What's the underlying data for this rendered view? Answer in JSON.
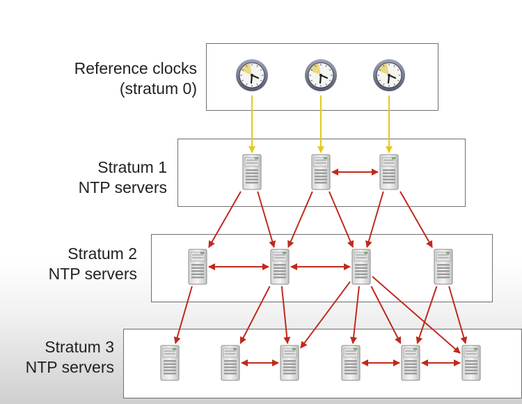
{
  "levels": [
    {
      "label_line1": "Reference clocks",
      "label_line2": "(stratum 0)"
    },
    {
      "label_line1": "Stratum 1",
      "label_line2": "NTP servers"
    },
    {
      "label_line1": "Stratum 2",
      "label_line2": "NTP servers"
    },
    {
      "label_line1": "Stratum 3",
      "label_line2": "NTP servers"
    }
  ],
  "nodes": [
    {
      "id": "c1",
      "kind": "clock-icon"
    },
    {
      "id": "c2",
      "kind": "clock-icon"
    },
    {
      "id": "c3",
      "kind": "clock-icon"
    },
    {
      "id": "s1a",
      "kind": "server-icon"
    },
    {
      "id": "s1b",
      "kind": "server-icon"
    },
    {
      "id": "s1c",
      "kind": "server-icon"
    },
    {
      "id": "s2a",
      "kind": "server-icon"
    },
    {
      "id": "s2b",
      "kind": "server-icon"
    },
    {
      "id": "s2c",
      "kind": "server-icon"
    },
    {
      "id": "s2d",
      "kind": "server-icon"
    },
    {
      "id": "s3a",
      "kind": "server-icon"
    },
    {
      "id": "s3b",
      "kind": "server-icon"
    },
    {
      "id": "s3c",
      "kind": "server-icon"
    },
    {
      "id": "s3d",
      "kind": "server-icon"
    },
    {
      "id": "s3e",
      "kind": "server-icon"
    },
    {
      "id": "s3f",
      "kind": "server-icon"
    }
  ],
  "edges": [
    {
      "from": "c1",
      "to": "s1a",
      "style": "reference"
    },
    {
      "from": "c2",
      "to": "s1b",
      "style": "reference"
    },
    {
      "from": "c3",
      "to": "s1c",
      "style": "reference"
    },
    {
      "from": "s1b",
      "to": "s1c",
      "style": "peer"
    },
    {
      "from": "s1a",
      "to": "s2a",
      "style": "sync"
    },
    {
      "from": "s1a",
      "to": "s2b",
      "style": "sync"
    },
    {
      "from": "s1b",
      "to": "s2b",
      "style": "sync"
    },
    {
      "from": "s1b",
      "to": "s2c",
      "style": "sync"
    },
    {
      "from": "s1c",
      "to": "s2c",
      "style": "sync"
    },
    {
      "from": "s1c",
      "to": "s2d",
      "style": "sync"
    },
    {
      "from": "s2a",
      "to": "s2b",
      "style": "peer"
    },
    {
      "from": "s2b",
      "to": "s2c",
      "style": "peer"
    },
    {
      "from": "s2a",
      "to": "s3a",
      "style": "sync"
    },
    {
      "from": "s2b",
      "to": "s3b",
      "style": "sync"
    },
    {
      "from": "s2b",
      "to": "s3c",
      "style": "sync"
    },
    {
      "from": "s2c",
      "to": "s3c",
      "style": "sync"
    },
    {
      "from": "s2c",
      "to": "s3d",
      "style": "sync"
    },
    {
      "from": "s2c",
      "to": "s3e",
      "style": "sync"
    },
    {
      "from": "s2c",
      "to": "s3f",
      "style": "sync"
    },
    {
      "from": "s2d",
      "to": "s3e",
      "style": "sync"
    },
    {
      "from": "s2d",
      "to": "s3f",
      "style": "sync"
    },
    {
      "from": "s3b",
      "to": "s3c",
      "style": "peer"
    },
    {
      "from": "s3d",
      "to": "s3e",
      "style": "peer"
    },
    {
      "from": "s3e",
      "to": "s3f",
      "style": "peer"
    }
  ],
  "colors": {
    "reference_arrow": "#e6c81e",
    "sync_arrow": "#c0291c",
    "peer_arrow": "#c0291c",
    "box_border": "#6e6e6e",
    "label_text": "#222222"
  }
}
